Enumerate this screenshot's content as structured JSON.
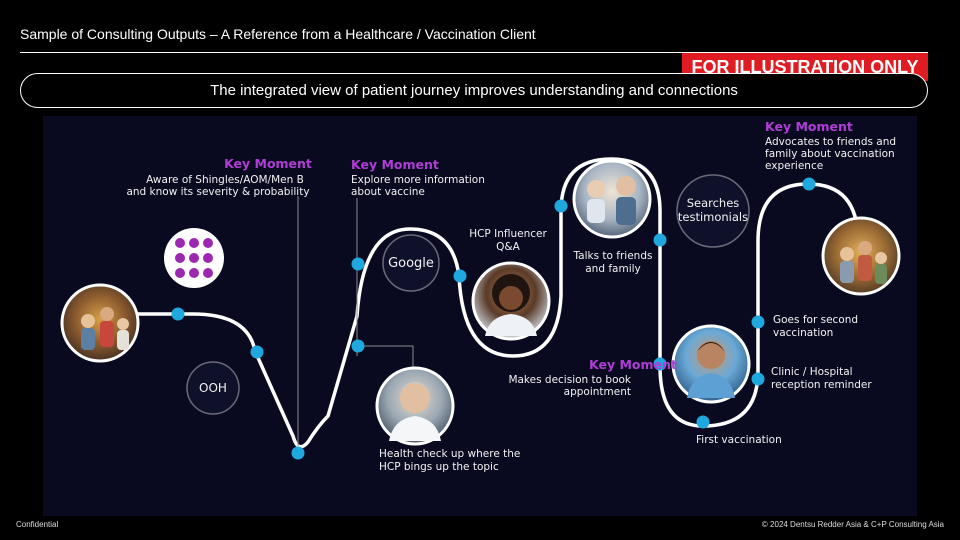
{
  "header": {
    "title": "Sample of Consulting Outputs – A Reference from a Healthcare / Vaccination Client",
    "badge": "FOR ILLUSTRATION ONLY",
    "subtitle": "The integrated view of patient journey improves understanding and connections"
  },
  "journey": {
    "key_moment_label": "Key Moment",
    "km1": {
      "line1": "Aware of Shingles/AOM/Men B",
      "line2": "and know its severity & probability"
    },
    "km2": {
      "line1": "Explore more information",
      "line2": "about vaccine"
    },
    "km3": {
      "line1": "Makes decision to book",
      "line2": "appointment"
    },
    "km4": {
      "line1": "Advocates to friends and",
      "line2": "family about vaccination",
      "line3": "experience"
    },
    "ooh": "OOH",
    "google": "Google",
    "health_checkup": {
      "line1": "Health check up where the",
      "line2": "HCP bings up the topic"
    },
    "hcp_influencer": {
      "line1": "HCP Influencer",
      "line2": "Q&A"
    },
    "talks_friends": {
      "line1": "Talks to friends",
      "line2": "and family"
    },
    "testimonials": {
      "line1": "Searches",
      "line2": "testimonials"
    },
    "first_vaccination": "First vaccination",
    "clinic_reminder": {
      "line1": "Clinic / Hospital",
      "line2": "reception reminder"
    },
    "second_vaccination": {
      "line1": "Goes for second",
      "line2": "vaccination"
    },
    "colors": {
      "key_moment": "#b03ed6",
      "node": "#1ea8dd",
      "social": "#9c27b0",
      "badge": "#e11b22"
    }
  },
  "footer": {
    "left": "Confidential",
    "right": "© 2024 Dentsu Redder Asia & C+P Consulting Asia"
  }
}
